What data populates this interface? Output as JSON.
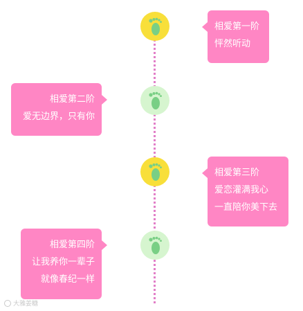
{
  "colors": {
    "card": "#ff86c4",
    "line": "#e27fc8",
    "node_yellow": "#f8df3a",
    "node_green": "#d6f5cf",
    "foot_green": "#79cf85",
    "text": "#ffffff"
  },
  "stages": [
    {
      "node_color": "yellow",
      "icon": "footprint-icon",
      "title": "相爱第一阶",
      "lines": [
        "怦然听动"
      ],
      "side": "right"
    },
    {
      "node_color": "green",
      "icon": "footprint-icon",
      "title": "相爱第二阶",
      "lines": [
        "爱无边界，只有你"
      ],
      "side": "left"
    },
    {
      "node_color": "yellow",
      "icon": "footprint-icon",
      "title": "相爱第三阶",
      "lines": [
        "爱恋灌满我心",
        "一直陪你美下去"
      ],
      "side": "right"
    },
    {
      "node_color": "green",
      "icon": "footprint-icon",
      "title": "相爱第四阶",
      "lines": [
        "让我养你一辈子",
        "就像春纪一样"
      ],
      "side": "left"
    }
  ],
  "watermark": {
    "text": "大雅姜糖"
  }
}
